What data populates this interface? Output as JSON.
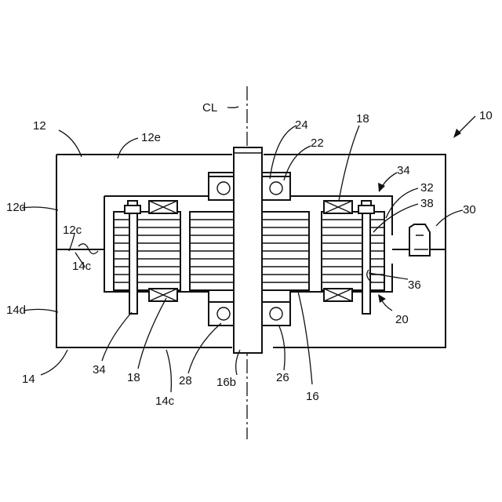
{
  "figure": {
    "reference_labels": {
      "device": "10",
      "upper_housing": "12",
      "upper_housing_wall": "12e",
      "upper_housing_side": "12d",
      "upper_housing_face": "12c",
      "lower_housing": "14",
      "lower_housing_side": "14d",
      "lower_housing_face_left": "14c",
      "lower_housing_face_bottom": "14c",
      "shaft": "16",
      "shaft_end": "16b",
      "bearing_upper_right": "18",
      "bearing_lower_left": "18",
      "rotor_assembly": "20",
      "upper_bearing": "22",
      "upper_bearing_inner": "24",
      "lower_bearing": "26",
      "lower_bearing_inner": "28",
      "sensor": "30",
      "fastener_upper": "34",
      "fastener_lower": "34",
      "plate": "32",
      "bolt_head": "38",
      "bolt_seat": "36",
      "center_line": "CL"
    }
  }
}
